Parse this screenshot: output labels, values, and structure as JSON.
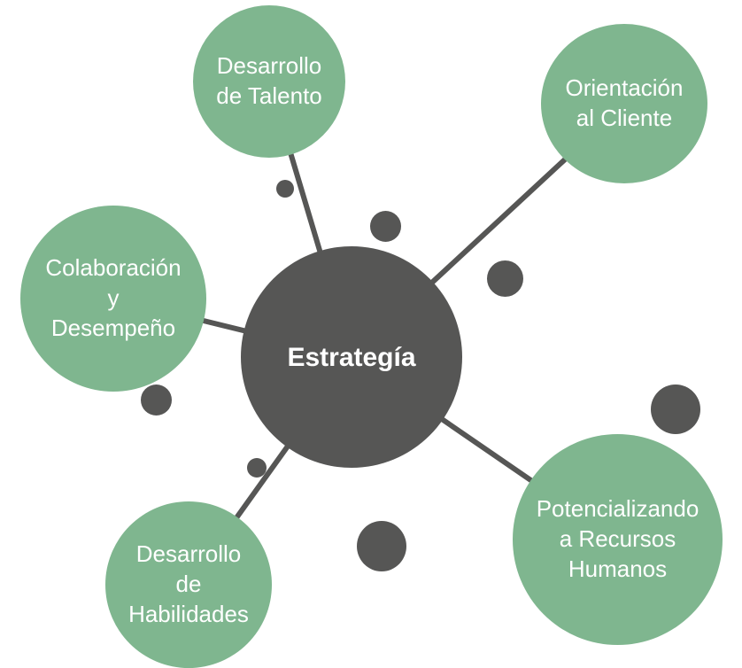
{
  "diagram": {
    "type": "hub-and-spoke",
    "colors": {
      "center": "#565655",
      "satellite": "#7fb68f",
      "connector": "#565655",
      "dots": "#565655",
      "text": "#ffffff"
    },
    "center": {
      "label": "Estrategía"
    },
    "satellites": [
      {
        "id": "talento",
        "label": "Desarrollo\nde Talento"
      },
      {
        "id": "cliente",
        "label": "Orientación\nal Cliente"
      },
      {
        "id": "colaboracion",
        "label": "Colaboración\ny\nDesempeño"
      },
      {
        "id": "habilidades",
        "label": "Desarrollo\nde\nHabilidades"
      },
      {
        "id": "potencializando",
        "label": "Potencializando\na Recursos\nHumanos"
      }
    ]
  }
}
